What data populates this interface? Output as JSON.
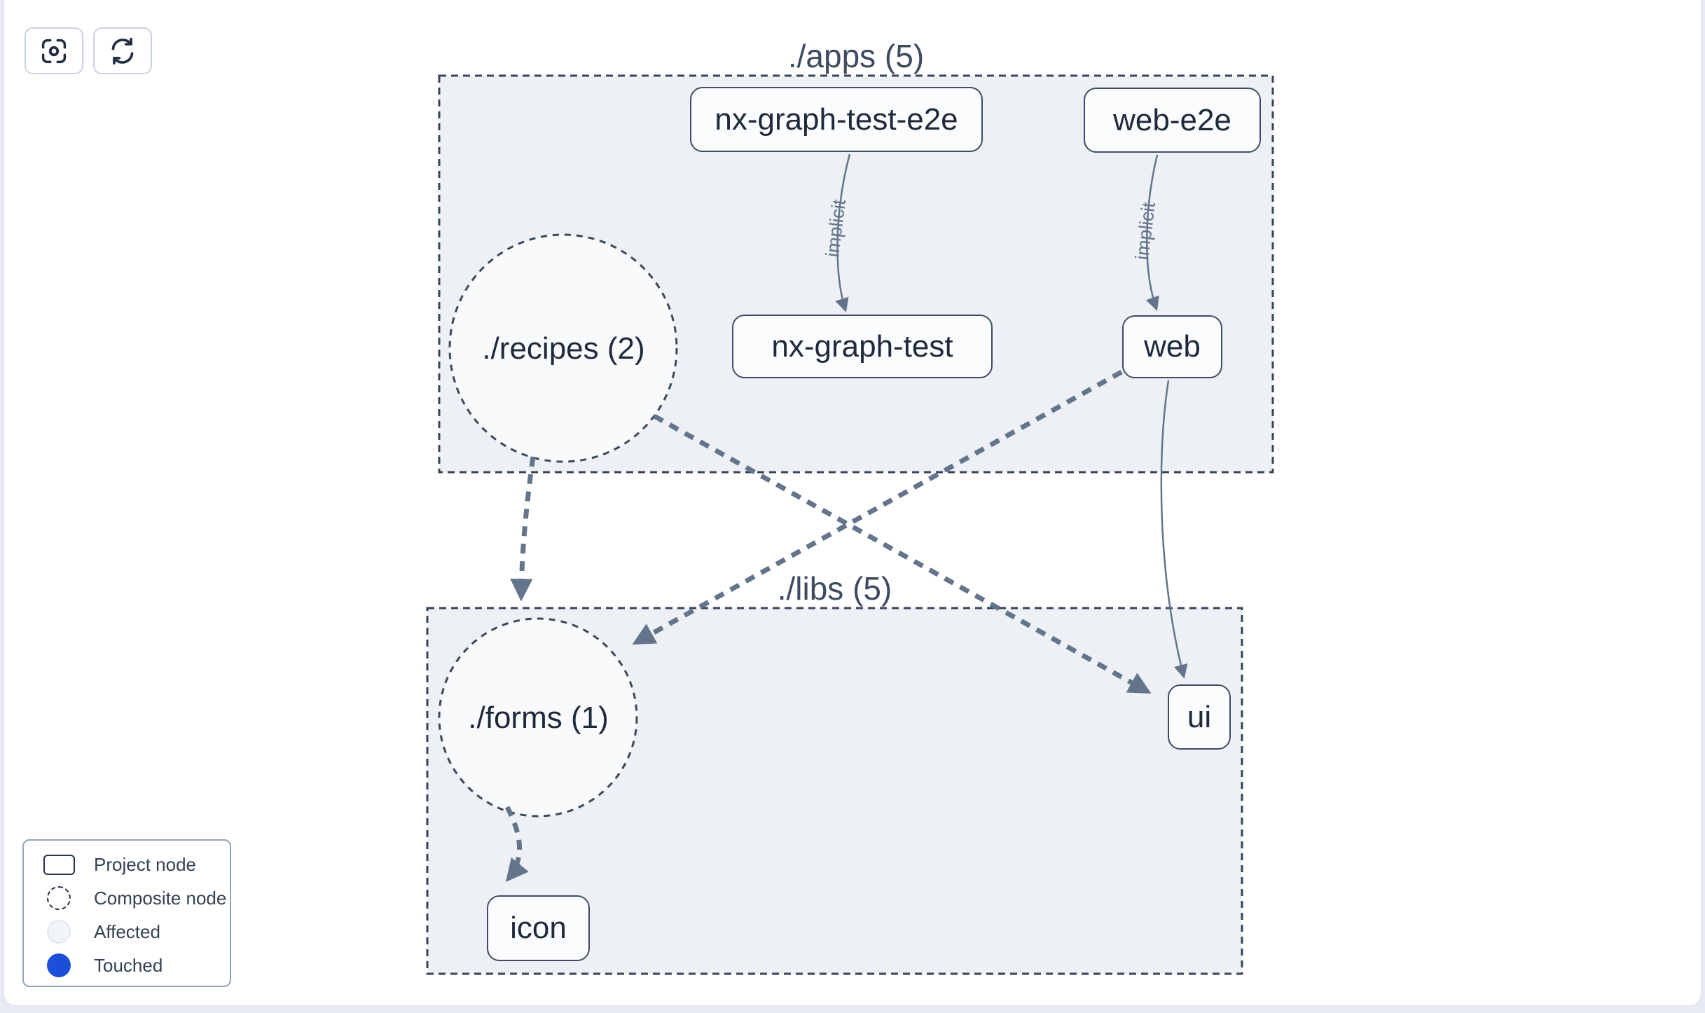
{
  "toolbar": {
    "buttons": [
      {
        "name": "focus",
        "icon": "focus-icon"
      },
      {
        "name": "refresh",
        "icon": "refresh-icon"
      }
    ]
  },
  "graph": {
    "groups": {
      "apps": {
        "label": "./apps (5)",
        "count": 5
      },
      "libs": {
        "label": "./libs (5)",
        "count": 5
      }
    },
    "nodes": {
      "nx_graph_test_e2e": {
        "label": "nx-graph-test-e2e",
        "type": "project",
        "group": "./apps"
      },
      "web_e2e": {
        "label": "web-e2e",
        "type": "project",
        "group": "./apps"
      },
      "nx_graph_test": {
        "label": "nx-graph-test",
        "type": "project",
        "group": "./apps"
      },
      "web": {
        "label": "web",
        "type": "project",
        "group": "./apps"
      },
      "recipes": {
        "label": "./recipes (2)",
        "type": "composite",
        "group": "./apps"
      },
      "forms": {
        "label": "./forms (1)",
        "type": "composite",
        "group": "./libs"
      },
      "ui": {
        "label": "ui",
        "type": "project",
        "group": "./libs"
      },
      "icon": {
        "label": "icon",
        "type": "project",
        "group": "./libs"
      }
    },
    "edges": [
      {
        "from": "nx-graph-test-e2e",
        "to": "nx-graph-test",
        "label": "implicit",
        "style": "solid"
      },
      {
        "from": "web-e2e",
        "to": "web",
        "label": "implicit",
        "style": "solid"
      },
      {
        "from": "./recipes (2)",
        "to": "./forms (1)",
        "label": "",
        "style": "dashed"
      },
      {
        "from": "./recipes (2)",
        "to": "ui",
        "label": "",
        "style": "dashed"
      },
      {
        "from": "web",
        "to": "./forms (1)",
        "label": "",
        "style": "dashed"
      },
      {
        "from": "web",
        "to": "ui",
        "label": "",
        "style": "solid"
      },
      {
        "from": "./forms (1)",
        "to": "icon",
        "label": "",
        "style": "dashed"
      }
    ]
  },
  "legend": {
    "items": [
      {
        "label": "Project node",
        "swatch": "project"
      },
      {
        "label": "Composite node",
        "swatch": "composite"
      },
      {
        "label": "Affected",
        "swatch": "affected"
      },
      {
        "label": "Touched",
        "swatch": "touched"
      }
    ]
  },
  "colors": {
    "touched_blue": "#1d4ed8",
    "edge": "#64748b",
    "node_border": "#3f4c63",
    "group_border": "#36435a",
    "group_fill": "#edf1f6",
    "composite_fill": "#f8fafc",
    "text_dark": "#1e293b"
  }
}
